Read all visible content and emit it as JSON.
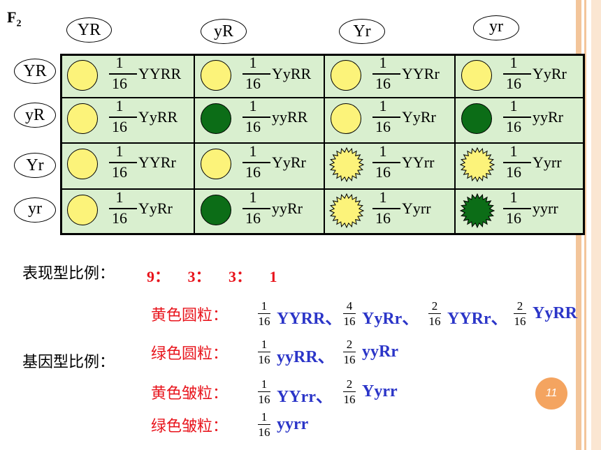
{
  "header": {
    "generation": "F",
    "generation_sub": "2"
  },
  "gametes": {
    "top": [
      "YR",
      "yR",
      "Yr",
      "yr"
    ],
    "left": [
      "YR",
      "yR",
      "Yr",
      "yr"
    ]
  },
  "grid": {
    "rows": [
      [
        {
          "num": "1",
          "den": "16",
          "genotype": "YYRR",
          "pea": "yellow-round"
        },
        {
          "num": "1",
          "den": "16",
          "genotype": "YyRR",
          "pea": "yellow-round"
        },
        {
          "num": "1",
          "den": "16",
          "genotype": "YYRr",
          "pea": "yellow-round"
        },
        {
          "num": "1",
          "den": "16",
          "genotype": "YyRr",
          "pea": "yellow-round"
        }
      ],
      [
        {
          "num": "1",
          "den": "16",
          "genotype": "YyRR",
          "pea": "yellow-round"
        },
        {
          "num": "1",
          "den": "16",
          "genotype": "yyRR",
          "pea": "green-round"
        },
        {
          "num": "1",
          "den": "16",
          "genotype": "YyRr",
          "pea": "yellow-round"
        },
        {
          "num": "1",
          "den": "16",
          "genotype": "yyRr",
          "pea": "green-round"
        }
      ],
      [
        {
          "num": "1",
          "den": "16",
          "genotype": "YYRr",
          "pea": "yellow-round"
        },
        {
          "num": "1",
          "den": "16",
          "genotype": "YyRr",
          "pea": "yellow-round"
        },
        {
          "num": "1",
          "den": "16",
          "genotype": "YYrr",
          "pea": "yellow-wrinkled"
        },
        {
          "num": "1",
          "den": "16",
          "genotype": "Yyrr",
          "pea": "yellow-wrinkled"
        }
      ],
      [
        {
          "num": "1",
          "den": "16",
          "genotype": "YyRr",
          "pea": "yellow-round"
        },
        {
          "num": "1",
          "den": "16",
          "genotype": "yyRr",
          "pea": "green-round"
        },
        {
          "num": "1",
          "den": "16",
          "genotype": "Yyrr",
          "pea": "yellow-wrinkled"
        },
        {
          "num": "1",
          "den": "16",
          "genotype": "yyrr",
          "pea": "green-wrinkled"
        }
      ]
    ]
  },
  "phenotype": {
    "label": "表现型比例：",
    "ratio": "9：  3：  3：  1"
  },
  "genotype": {
    "label": "基因型比例：",
    "groups": [
      {
        "name": "黄色圆粒：",
        "items": [
          {
            "num": "1",
            "den": "16",
            "text": "YYRR、"
          },
          {
            "num": "4",
            "den": "16",
            "text": "YyRr、"
          },
          {
            "num": "2",
            "den": "16",
            "text": "YYRr、"
          },
          {
            "num": "2",
            "den": "16",
            "text": "YyRR"
          }
        ]
      },
      {
        "name": "绿色圆粒：",
        "items": [
          {
            "num": "1",
            "den": "16",
            "text": "yyRR、"
          },
          {
            "num": "2",
            "den": "16",
            "text": "yyRr"
          }
        ]
      },
      {
        "name": "黄色皱粒：",
        "items": [
          {
            "num": "1",
            "den": "16",
            "text": "YYrr、"
          },
          {
            "num": "2",
            "den": "16",
            "text": "Yyrr"
          }
        ]
      },
      {
        "name": "绿色皱粒：",
        "items": [
          {
            "num": "1",
            "den": "16",
            "text": "yyrr"
          }
        ]
      }
    ]
  },
  "page_number": "11",
  "colors": {
    "yellow_pea": "#fcf37a",
    "green_pea": "#0c6d17",
    "cell_bg": "#d9efcf",
    "red_text": "#e8141c",
    "blue_text": "#2b35c8",
    "page_badge": "#f4a460"
  }
}
